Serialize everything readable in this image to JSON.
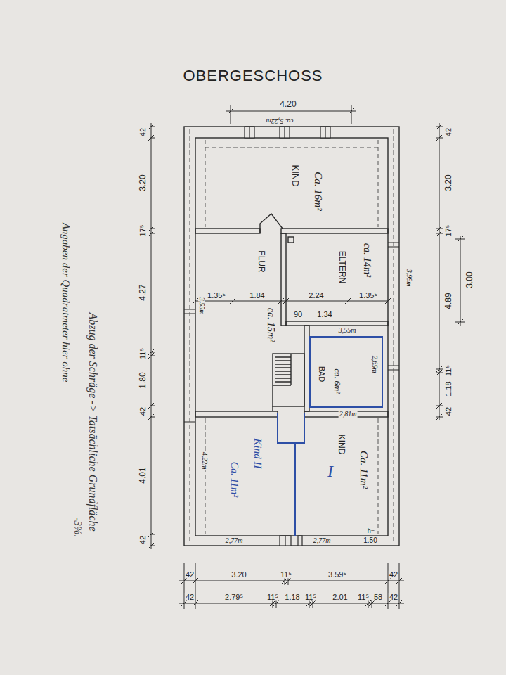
{
  "diagram": {
    "title": "OBERGESCHOSS",
    "nodes": [
      {
        "text": [
          "KIND",
          "Ca. 16m²"
        ]
      },
      {
        "text": [
          "FLUR",
          "ca. 15m²"
        ]
      },
      {
        "text": [
          "ELTERN",
          "ca. 14m²"
        ]
      },
      {
        "text": [
          "BAD",
          "ca. 6m²"
        ]
      },
      {
        "text": [
          "Kind II",
          "Ca. 11m²"
        ]
      },
      {
        "text": [
          "KIND",
          "I",
          "Ca. 11m²"
        ]
      }
    ],
    "labels": [
      "4.20",
      "ca. 5,22m",
      "42",
      "3.20",
      "17⁵",
      "4.27",
      "11⁵",
      "1.80",
      "42",
      "4.01",
      "42",
      "42",
      "3.20",
      "17⁵",
      "4.89",
      "11⁵",
      "1.18",
      "42",
      "3.00",
      "3,99m",
      "1.35⁵",
      "1.84",
      "2.24",
      "1.35⁵",
      "3,55m",
      "90",
      "1.34",
      "3,55m",
      "2,65m",
      "2,81m",
      "4,22m",
      "2,77m",
      "2,77m",
      "h=",
      "1.50",
      "42",
      "3.20",
      "11⁵",
      "3.59⁵",
      "42",
      "42",
      "2.79⁵",
      "11⁵",
      "1.18",
      "11⁵",
      "2.01",
      "11⁵",
      "58",
      "42",
      "Angaben der Quadratmeter hier ohne",
      "Abzug der Schräge -> Tatsächliche Grundfläche",
      "-3%."
    ]
  }
}
